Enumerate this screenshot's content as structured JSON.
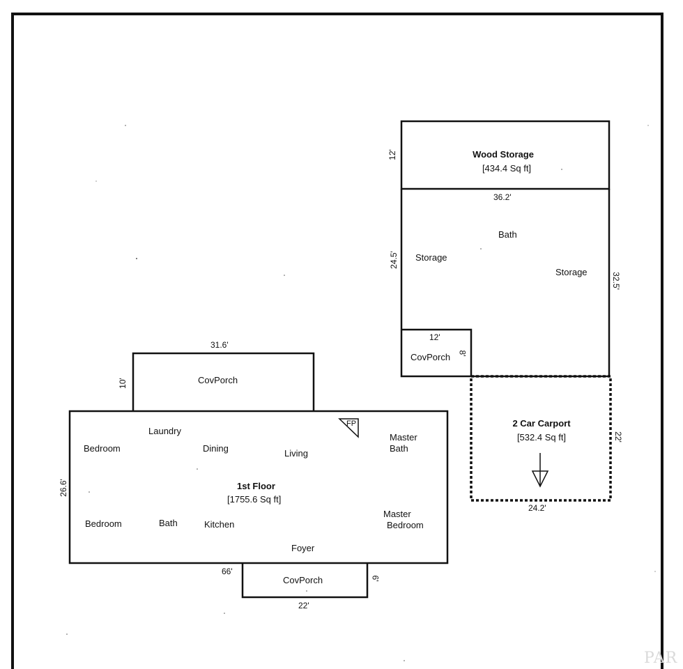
{
  "wood_storage": {
    "title": "Wood Storage",
    "area": "[434.4 Sq ft]",
    "dims": {
      "width": "36.2'",
      "height": "12'"
    }
  },
  "storage_building": {
    "rooms": {
      "storage_left": "Storage",
      "bath": "Bath",
      "storage_right": "Storage"
    },
    "dims": {
      "left_height": "24.5'",
      "right_height": "32.5'"
    }
  },
  "small_covporch": {
    "label": "CovPorch",
    "dims": {
      "width": "12'",
      "height": "8'"
    }
  },
  "carport": {
    "title": "2 Car Carport",
    "area": "[532.4 Sq ft]",
    "dims": {
      "width": "24.2'",
      "height": "22'"
    }
  },
  "top_covporch": {
    "label": "CovPorch",
    "dims": {
      "width": "31.6'",
      "height": "10'"
    }
  },
  "first_floor": {
    "title": "1st Floor",
    "area": "[1755.6 Sq ft]",
    "fireplace": "FP",
    "dims": {
      "height": "26.6'",
      "width": "66'"
    },
    "rooms": {
      "bedroom_top": "Bedroom",
      "laundry": "Laundry",
      "dining": "Dining",
      "living": "Living",
      "master_bath_line1": "Master",
      "master_bath_line2": "Bath",
      "bedroom_bottom": "Bedroom",
      "bath": "Bath",
      "kitchen": "Kitchen",
      "master_bedroom_line1": "Master",
      "master_bedroom_line2": "Bedroom",
      "foyer": "Foyer"
    }
  },
  "bottom_covporch": {
    "label": "CovPorch",
    "dims": {
      "width": "22'",
      "height": "6'"
    }
  },
  "watermark": "PAR"
}
